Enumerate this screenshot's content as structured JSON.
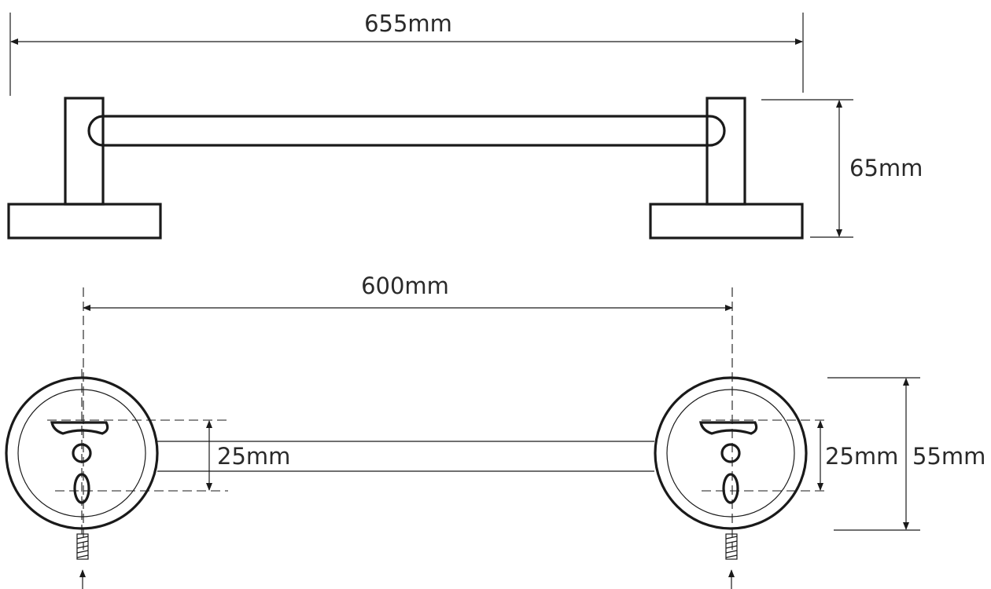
{
  "dimensions": {
    "overall_length": "655mm",
    "height": "65mm",
    "mounting_distance": "600mm",
    "bar_diameter": "25mm",
    "hole_spacing": "25mm",
    "base_diameter": "55mm"
  },
  "colors": {
    "line": "#1a1a1a",
    "text": "#2a2a2a",
    "background": "#ffffff"
  }
}
